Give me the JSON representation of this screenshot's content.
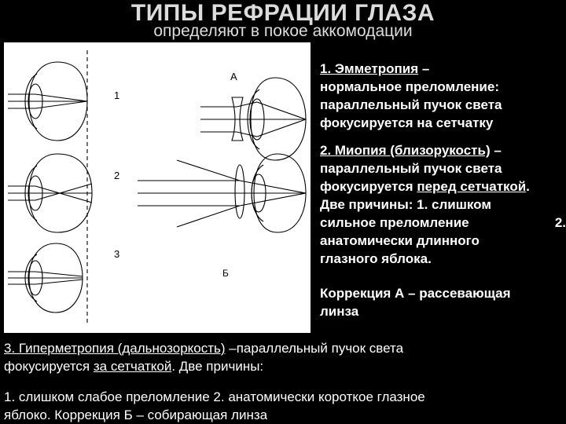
{
  "title": "ТИПЫ РЕФРАЦИИ ГЛАЗА",
  "subtitle": "определяют в покое аккомодации",
  "diagram": {
    "label_a": "А",
    "label_b": "Б",
    "label_1": "1",
    "label_2": "2",
    "label_3": "3"
  },
  "emmetropia": {
    "heading": "1. Эмметропия",
    "dash": " –",
    "line2": "нормальное преломление:",
    "line3": "параллельный пучок света",
    "line4": "фокусируется на сетчатку"
  },
  "myopia": {
    "heading": "2. Миопия (близорукость)",
    "dash": " –",
    "line2": "параллельный пучок света",
    "line3_a": "фокусируется ",
    "line3_b": "перед сетчаткой",
    "line3_c": ".",
    "line4": "Две причины: 1. слишком",
    "line5_a": "сильное преломление",
    "line5_b": "2.",
    "line6": "анатомически длинного",
    "line7": "глазного яблока."
  },
  "correction_a": {
    "line1": "Коррекция А – рассевающая",
    "line2": "линза"
  },
  "hypermetropia": {
    "heading": "3. Гиперметропия (дальнозоркость)",
    "rest1": " –параллельный пучок света",
    "line2_a": "фокусируется ",
    "line2_b": "за сетчаткой",
    "line2_c": ". Две причины:",
    "line3": "1. слишком слабое преломление 2. анатомически короткое глазное",
    "line4": "яблоко. Коррекция Б – собирающая линза"
  }
}
